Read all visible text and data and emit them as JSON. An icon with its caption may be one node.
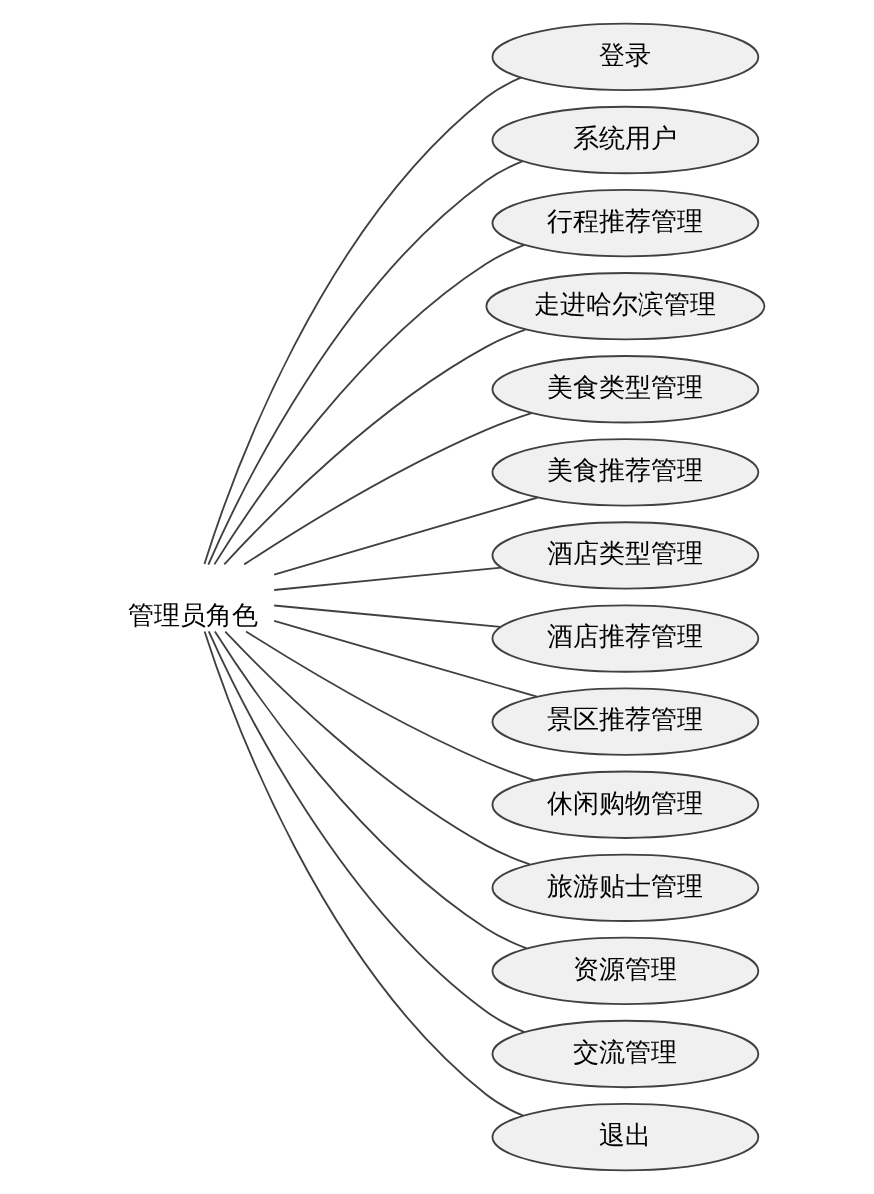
{
  "diagram": {
    "nodes": [
      {
        "text": [
          "管理员角色"
        ]
      },
      {
        "text": [
          "登录"
        ]
      },
      {
        "text": [
          "系统用户"
        ]
      },
      {
        "text": [
          "行程推荐管理"
        ]
      },
      {
        "text": [
          "走进哈尔滨管理"
        ]
      },
      {
        "text": [
          "美食类型管理"
        ]
      },
      {
        "text": [
          "美食推荐管理"
        ]
      },
      {
        "text": [
          "酒店类型管理"
        ]
      },
      {
        "text": [
          "酒店推荐管理"
        ]
      },
      {
        "text": [
          "景区推荐管理"
        ]
      },
      {
        "text": [
          "休闲购物管理"
        ]
      },
      {
        "text": [
          "旅游贴士管理"
        ]
      },
      {
        "text": [
          "资源管理"
        ]
      },
      {
        "text": [
          "交流管理"
        ]
      },
      {
        "text": [
          "退出"
        ]
      }
    ],
    "edges": [
      {
        "from": 0,
        "to": 1,
        "arrow": "none"
      },
      {
        "from": 0,
        "to": 2,
        "arrow": "none"
      },
      {
        "from": 0,
        "to": 3,
        "arrow": "none"
      },
      {
        "from": 0,
        "to": 4,
        "arrow": "none"
      },
      {
        "from": 0,
        "to": 5,
        "arrow": "none"
      },
      {
        "from": 0,
        "to": 6,
        "arrow": "none"
      },
      {
        "from": 0,
        "to": 7,
        "arrow": "none"
      },
      {
        "from": 0,
        "to": 8,
        "arrow": "none"
      },
      {
        "from": 0,
        "to": 9,
        "arrow": "none"
      },
      {
        "from": 0,
        "to": 10,
        "arrow": "none"
      },
      {
        "from": 0,
        "to": 11,
        "arrow": "none"
      },
      {
        "from": 0,
        "to": 12,
        "arrow": "none"
      },
      {
        "from": 0,
        "to": 13,
        "arrow": "none"
      },
      {
        "from": 0,
        "to": 14,
        "arrow": "none"
      }
    ]
  }
}
